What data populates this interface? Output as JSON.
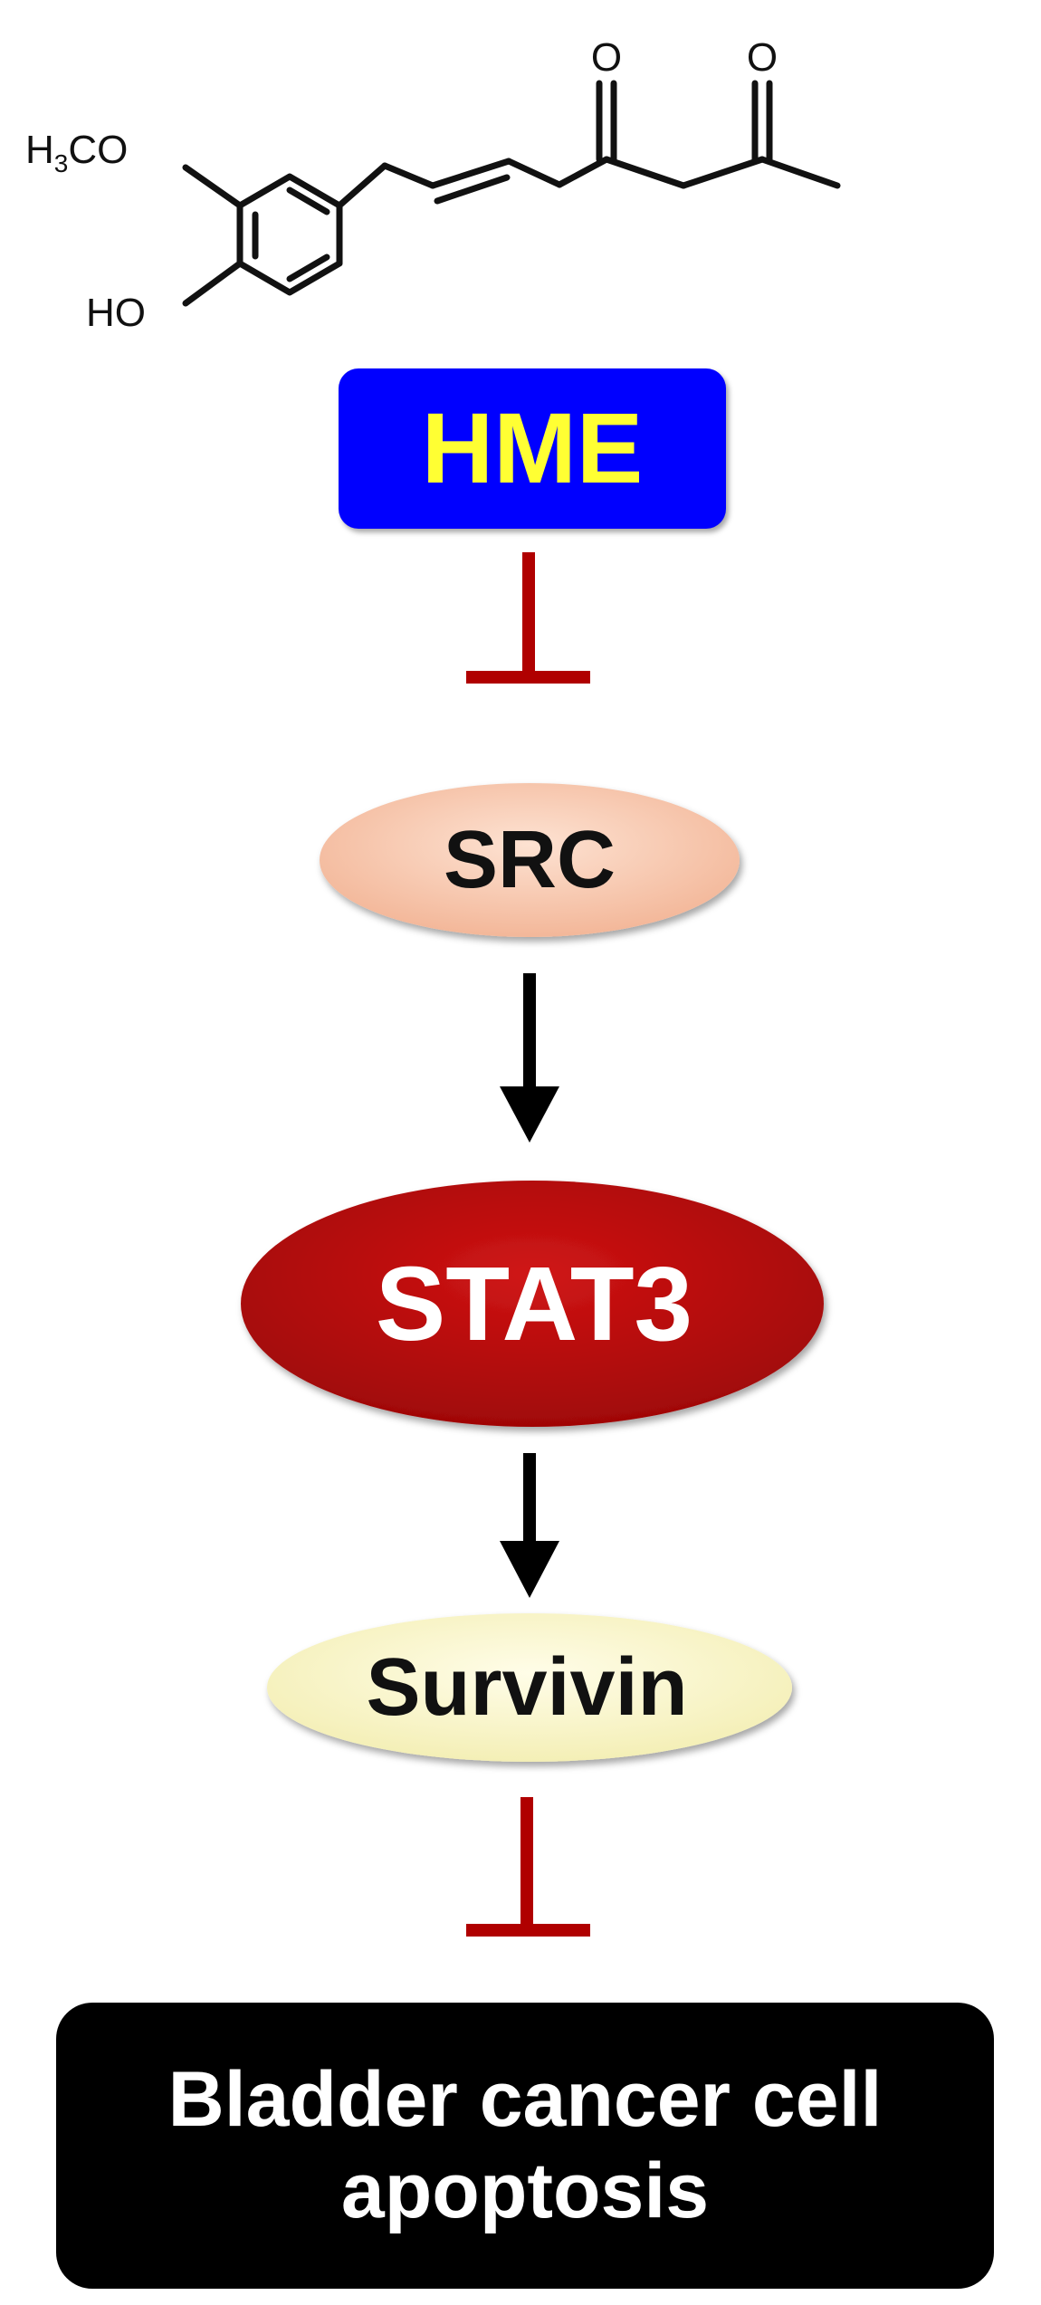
{
  "structure": {
    "substituent_methoxy": "H3CO",
    "substituent_methoxy_parts": {
      "h": "H",
      "sub": "3",
      "rest": "CO"
    },
    "substituent_hydroxy": "HO",
    "ketone_oxygen_1": "O",
    "ketone_oxygen_2": "O"
  },
  "nodes": {
    "hme": {
      "label": "HME",
      "fill": "#0000ff",
      "text_color": "#ffff33"
    },
    "src": {
      "label": "SRC",
      "fill": "#f8c4a6",
      "text_color": "#111111"
    },
    "stat3": {
      "label": "STAT3",
      "fill": "#b40a0a",
      "text_color": "#ffffff"
    },
    "survivin": {
      "label": "Survivin",
      "fill": "#fbf8d0",
      "text_color": "#111111"
    },
    "apoptosis": {
      "label": "Bladder cancer cell\napoptosis",
      "fill": "#000000",
      "text_color": "#ffffff"
    }
  },
  "edges": [
    {
      "from": "hme",
      "to": "src",
      "type": "inhibition",
      "color": "#b00000"
    },
    {
      "from": "src",
      "to": "stat3",
      "type": "activation",
      "color": "#000000"
    },
    {
      "from": "stat3",
      "to": "survivin",
      "type": "activation",
      "color": "#000000"
    },
    {
      "from": "survivin",
      "to": "apoptosis",
      "type": "inhibition",
      "color": "#b00000"
    }
  ]
}
